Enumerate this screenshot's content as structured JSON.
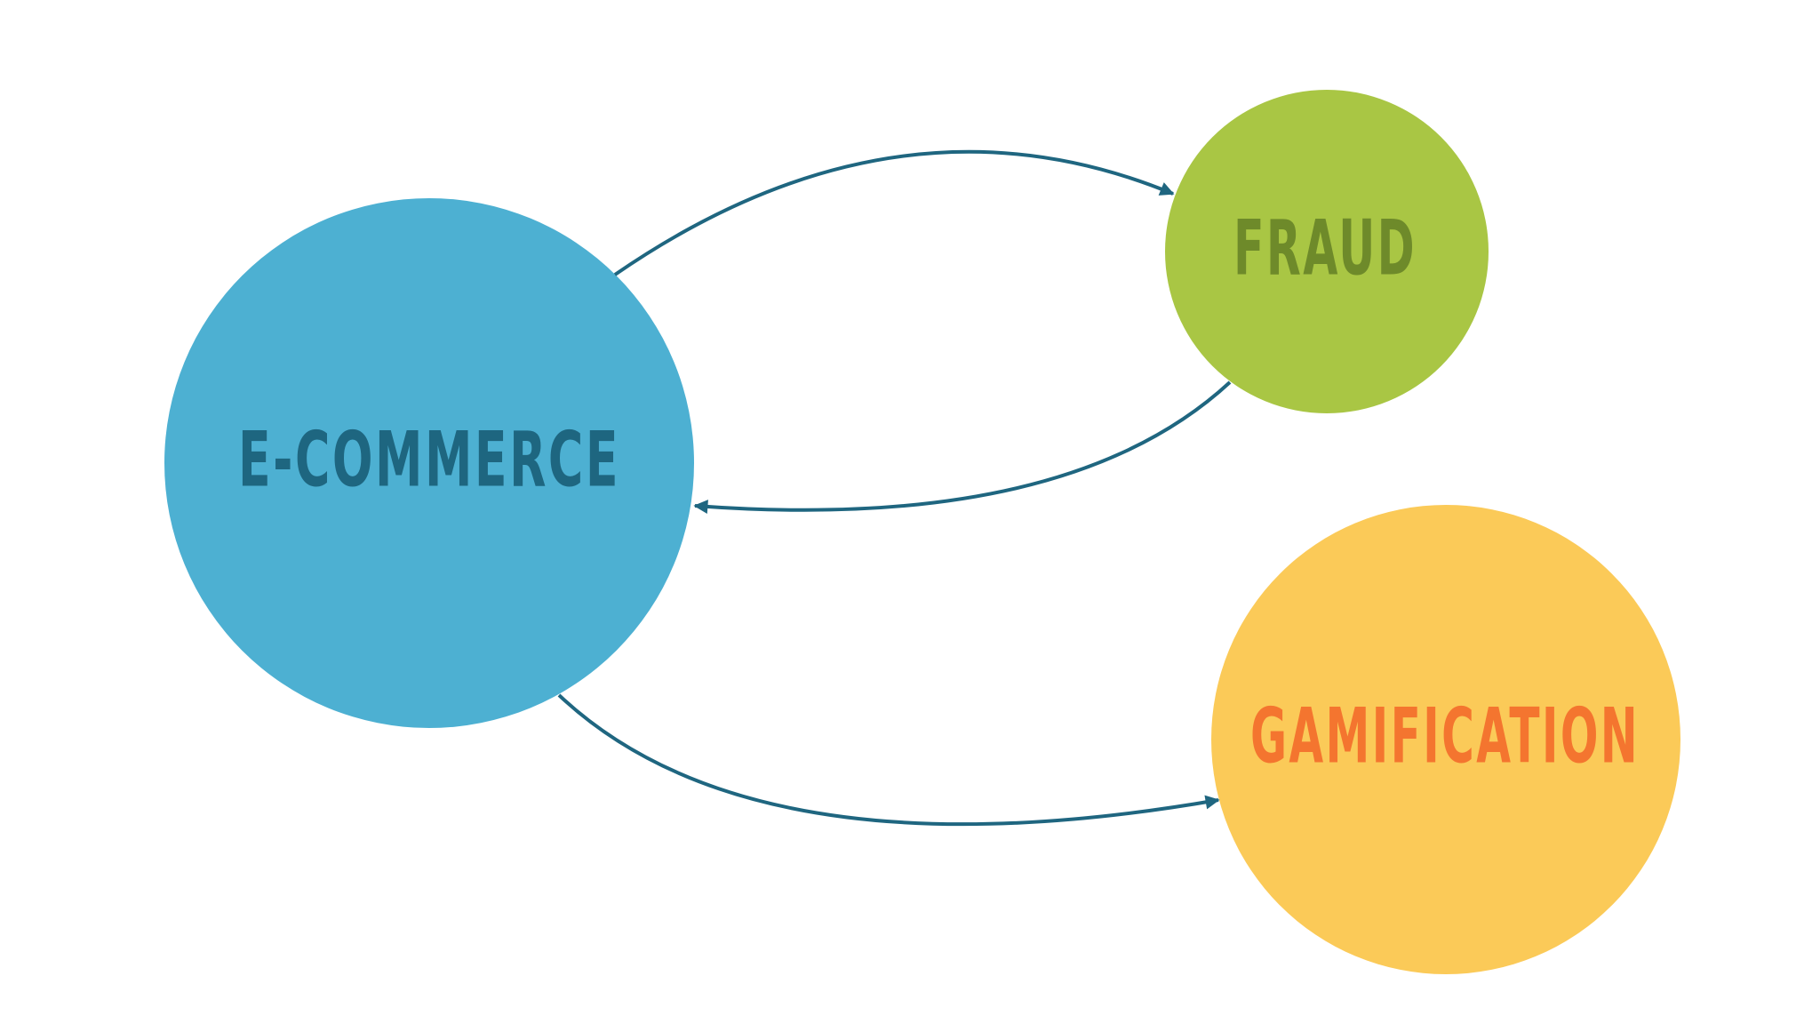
{
  "nodes": {
    "ecommerce": {
      "label": "E-COMMERCE",
      "fill": "#4db0d2",
      "text_color": "#1e6680"
    },
    "fraud": {
      "label": "FRAUD",
      "fill": "#a9c644",
      "text_color": "#6e8a2a"
    },
    "gamification": {
      "label": "GAMIFICATION",
      "fill": "#fbca58",
      "text_color": "#f4752f"
    }
  },
  "edges": [
    {
      "from": "E-COMMERCE",
      "to": "FRAUD"
    },
    {
      "from": "FRAUD",
      "to": "E-COMMERCE"
    },
    {
      "from": "E-COMMERCE",
      "to": "GAMIFICATION"
    }
  ],
  "colors": {
    "arrow": "#1f6680",
    "background": "#ffffff"
  }
}
